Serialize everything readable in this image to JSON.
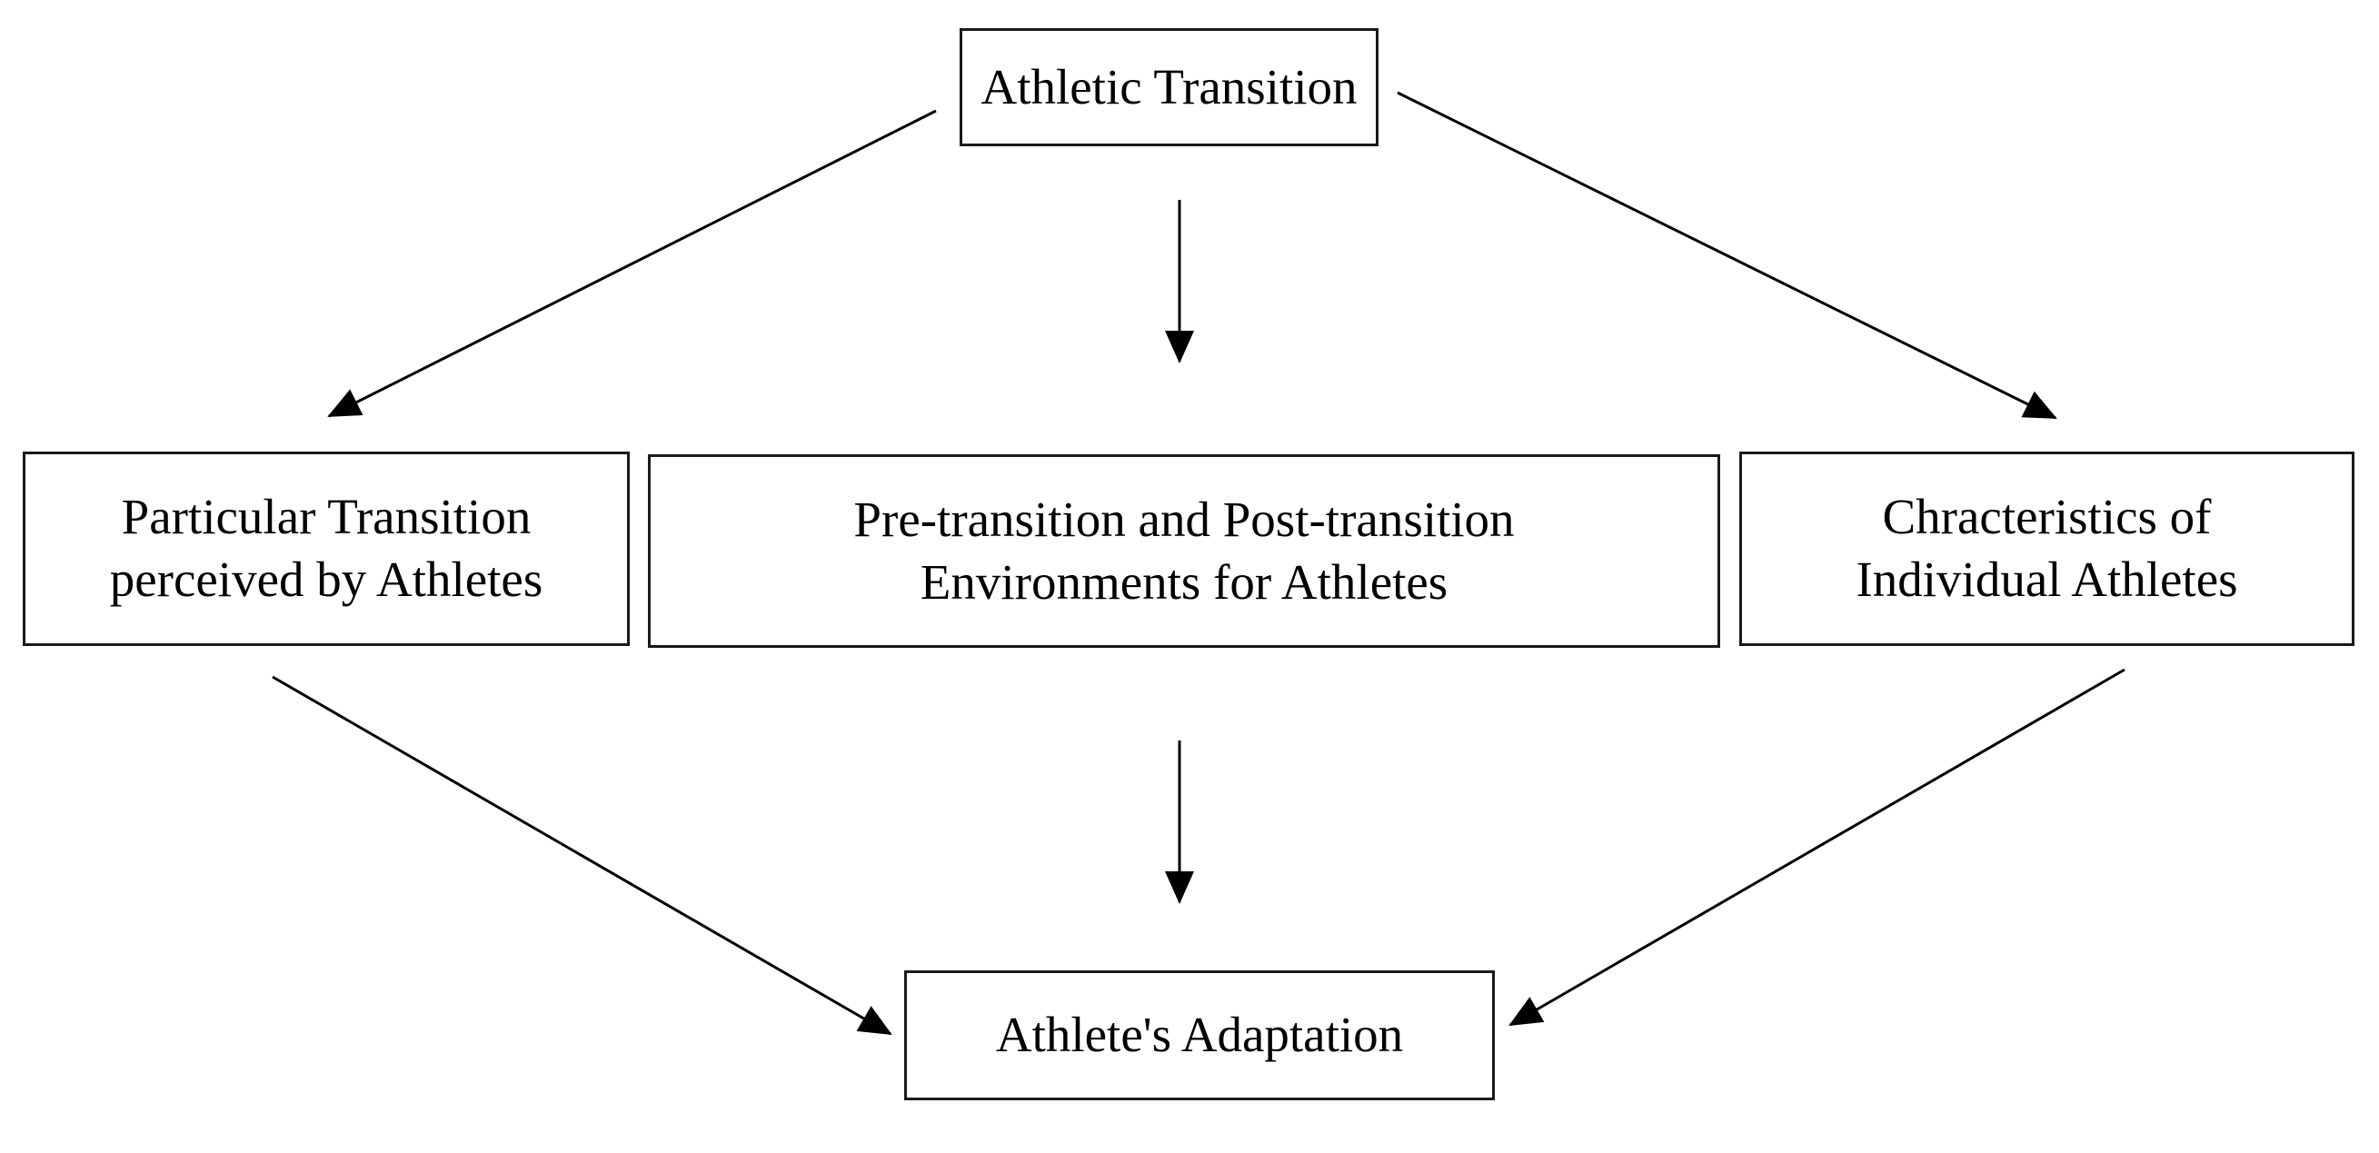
{
  "diagram": {
    "nodes": {
      "top": {
        "label": "Athletic Transition"
      },
      "left": {
        "label": "Particular Transition\nperceived by Athletes"
      },
      "center": {
        "label": "Pre-transition and Post-transition\nEnvironments for Athletes"
      },
      "right": {
        "label": "Chracteristics of\nIndividual Athletes"
      },
      "bottom": {
        "label": "Athlete's Adaptation"
      }
    },
    "edges": [
      {
        "from": "top",
        "to": "left"
      },
      {
        "from": "top",
        "to": "center"
      },
      {
        "from": "top",
        "to": "right"
      },
      {
        "from": "left",
        "to": "bottom"
      },
      {
        "from": "center",
        "to": "bottom"
      },
      {
        "from": "right",
        "to": "bottom"
      }
    ],
    "colors": {
      "line": "#000000",
      "border": "#1a1a1a",
      "background": "#ffffff"
    }
  }
}
